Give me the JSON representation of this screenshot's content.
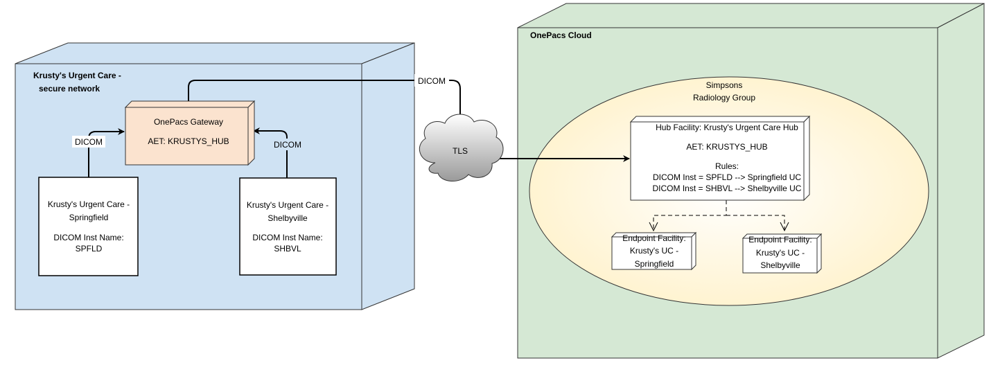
{
  "krusty_network": {
    "title_line1": "Krusty's Urgent Care -",
    "title_line2": "secure network",
    "fill": "#cfe2f3"
  },
  "gateway": {
    "name": "OnePacs Gateway",
    "aet": "AET:  KRUSTYS_HUB",
    "fill": "#fbe3cf"
  },
  "springfield_site": {
    "line1": "Krusty's Urgent Care -",
    "line2": "Springfield",
    "line3": "DICOM Inst Name:",
    "line4": "SPFLD",
    "link_label": "DICOM"
  },
  "shelbyville_site": {
    "line1": "Krusty's Urgent Care -",
    "line2": "Shelbyville",
    "line3": "DICOM Inst Name:",
    "line4": "SHBVL",
    "link_label": "DICOM"
  },
  "wan_link": {
    "label": "DICOM"
  },
  "tls_cloud": {
    "label": "TLS"
  },
  "onepacs_cloud": {
    "title": "OnePacs Cloud",
    "fill": "#d5e8d4"
  },
  "radiology_group": {
    "line1": "Simpsons",
    "line2": "Radiology Group",
    "fill": "#fff2cc"
  },
  "hub_facility": {
    "title": "Hub Facility: Krusty's Urgent Care Hub",
    "aet": "AET:  KRUSTYS_HUB",
    "rules_label": "Rules:",
    "rule1": "DICOM Inst = SPFLD -->  Springfield UC",
    "rule2": "DICOM Inst = SHBVL -->  Shelbyville UC"
  },
  "endpoint_springfield": {
    "line1": "Endpoint Facility:",
    "line2": "Krusty's UC -",
    "line3": "Springfield"
  },
  "endpoint_shelbyville": {
    "line1": "Endpoint Facility:",
    "line2": "Krusty's UC -",
    "line3": "Shelbyville"
  }
}
